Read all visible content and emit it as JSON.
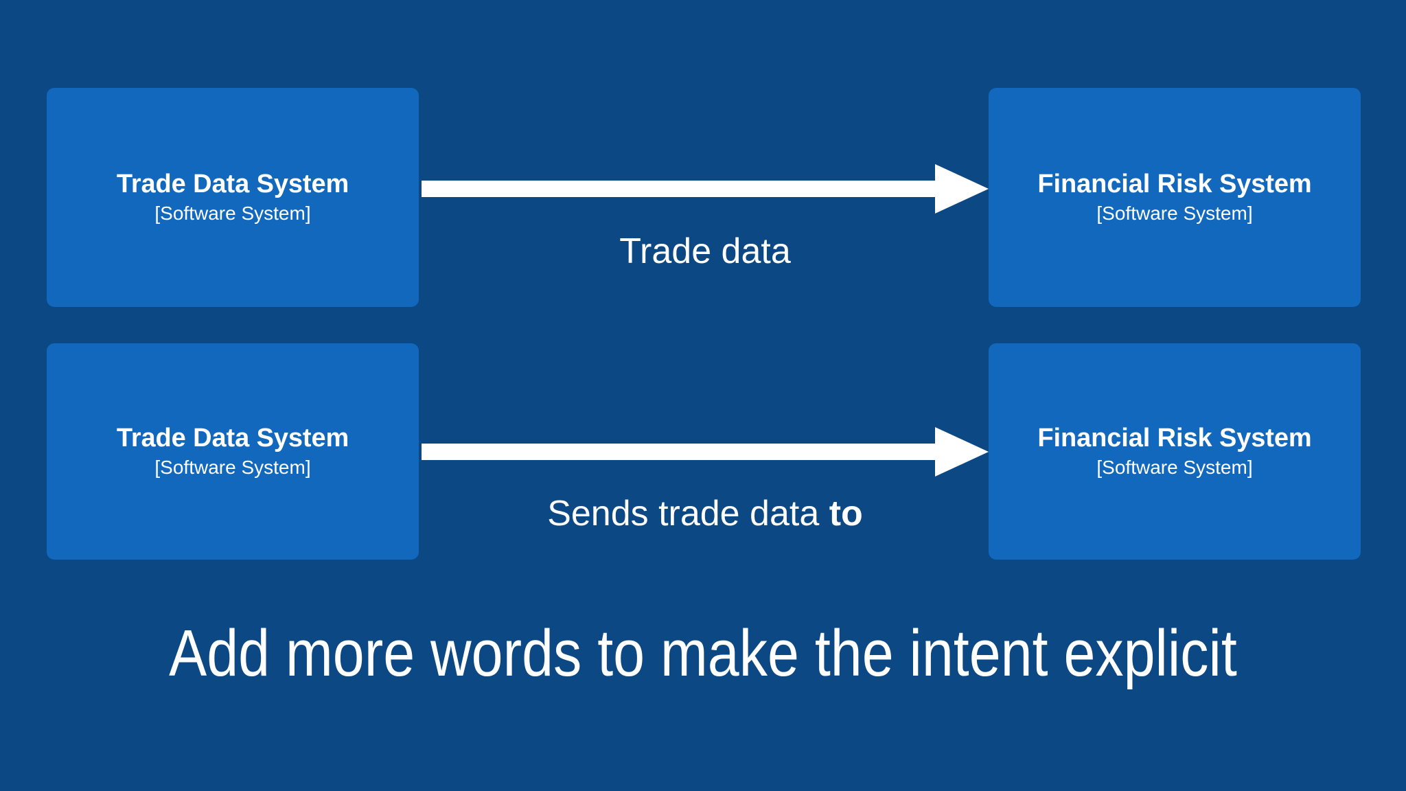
{
  "canvas": {
    "background_color": "#0B4884",
    "box_color": "#1168BD",
    "arrow_color": "#FFFFFF",
    "text_color": "#FFFFFF"
  },
  "rows": [
    {
      "source": {
        "name": "Trade Data System",
        "type": "[Software System]"
      },
      "target": {
        "name": "Financial Risk System",
        "type": "[Software System]"
      },
      "relationship": {
        "label_plain": "Trade data",
        "label_prefix": "Trade data",
        "label_emphasis": "",
        "arrow_icon": "right-arrow-icon",
        "direction": "left-to-right"
      }
    },
    {
      "source": {
        "name": "Trade Data System",
        "type": "[Software System]"
      },
      "target": {
        "name": "Financial Risk System",
        "type": "[Software System]"
      },
      "relationship": {
        "label_plain": "Sends trade data to",
        "label_prefix": "Sends trade data ",
        "label_emphasis": "to",
        "arrow_icon": "right-arrow-icon",
        "direction": "left-to-right"
      }
    }
  ],
  "caption": {
    "text": "Add more words to make the intent explicit"
  }
}
